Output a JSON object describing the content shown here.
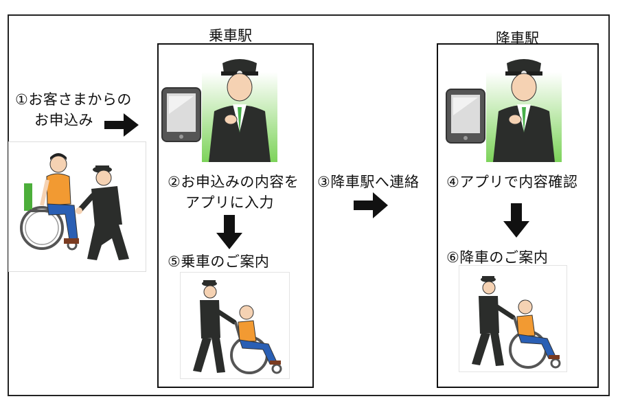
{
  "stations": {
    "boarding": {
      "title": "乗車駅"
    },
    "alighting": {
      "title": "降車駅"
    }
  },
  "steps": {
    "s1_line1": "①お客さまからの",
    "s1_line2": "お申込み",
    "s2_line1": "②お申込みの内容を",
    "s2_line2": "アプリに入力",
    "s3": "③降車駅へ連絡",
    "s4": "④アプリで内容確認",
    "s5": "⑤乗車のご案内",
    "s6": "⑥降車のご案内"
  },
  "icons": [
    "tablet-icon",
    "staff-figure",
    "wheelchair-figure",
    "arrow-right-icon",
    "arrow-down-icon"
  ],
  "colors": {
    "staff_bg": "#7dd35a",
    "uniform": "#2b2d2b",
    "shirt": "#f29a32",
    "pants": "#2a5fb4",
    "arrow": "#111111"
  }
}
